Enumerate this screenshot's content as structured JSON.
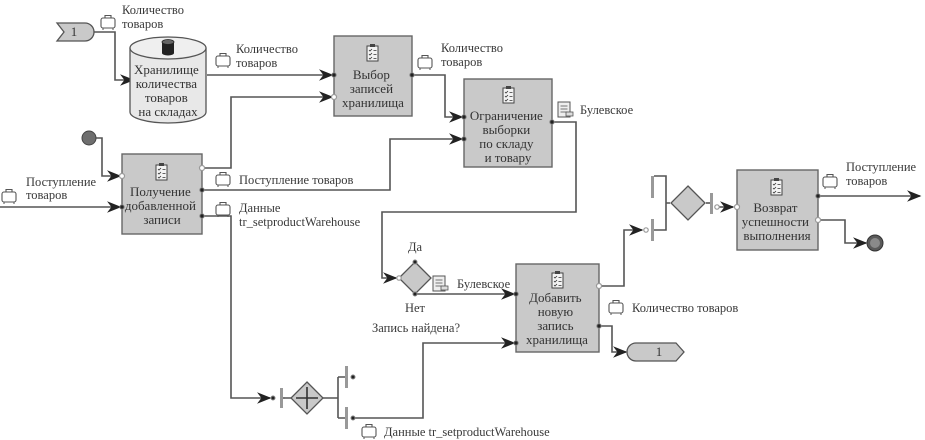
{
  "diagram": {
    "type": "business-process-flow",
    "colors": {
      "box_fill": "#c9c9c9",
      "line": "#555555",
      "start_event": "#6e6e6e",
      "end_event": "#5a5a5a"
    },
    "connectors": {
      "off_page_in": "1",
      "off_page_out": "1"
    },
    "datastore": {
      "label_lines": [
        "Хранилище",
        "количества",
        "товаров",
        "на складах"
      ]
    },
    "processes": {
      "get_record": {
        "lines": [
          "Получение",
          "добавленной",
          "записи"
        ]
      },
      "select_records": {
        "lines": [
          "Выбор",
          "записей",
          "хранилища"
        ]
      },
      "restrict_selection": {
        "lines": [
          "Ограничение",
          "выборки",
          "по складу",
          "и товару"
        ]
      },
      "add_record": {
        "lines": [
          "Добавить",
          "новую",
          "запись",
          "хранилища"
        ]
      },
      "return_success": {
        "lines": [
          "Возврат",
          "успешности",
          "выполнения"
        ]
      }
    },
    "decision": {
      "yes": "Да",
      "no": "Нет",
      "question": "Запись найдена?"
    },
    "labels": {
      "qty_top_1": "Количество",
      "qty_top_2": "товаров",
      "qty_store_1": "Количество",
      "qty_store_2": "товаров",
      "qty_select_1": "Количество",
      "qty_select_2": "товаров",
      "boolean_1": "Булевское",
      "boolean_2": "Булевское",
      "incoming_left_1": "Поступление",
      "incoming_left_2": "товаров",
      "incoming_mid": "Поступление товаров",
      "data_mid_1": "Данные",
      "data_mid_2": "tr_setproductWarehouse",
      "data_bottom": "Данные tr_setproductWarehouse",
      "qty_add": "Количество товаров",
      "incoming_right_1": "Поступление",
      "incoming_right_2": "товаров"
    }
  }
}
